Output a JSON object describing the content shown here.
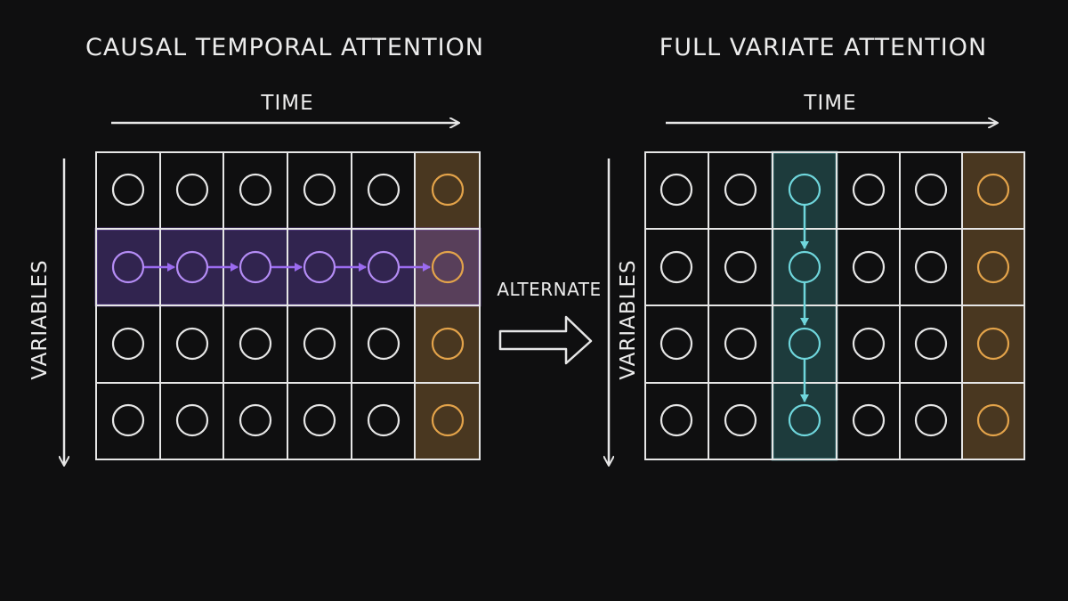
{
  "left_panel": {
    "title": "CAUSAL TEMPORAL ATTENTION",
    "x_axis_label": "TIME",
    "y_axis_label": "VARIABLES",
    "grid": {
      "rows": 4,
      "cols": 6
    },
    "highlight_row": 2,
    "highlight_row_color": "#9b6bf0",
    "highlight_col": 6,
    "highlight_col_color": "#e3a34a"
  },
  "right_panel": {
    "title": "FULL VARIATE ATTENTION",
    "x_axis_label": "TIME",
    "y_axis_label": "VARIABLES",
    "grid": {
      "rows": 4,
      "cols": 6
    },
    "highlight_col_attention": 3,
    "highlight_col_attention_color": "#6fd6dc",
    "highlight_col": 6,
    "highlight_col_color": "#e3a34a"
  },
  "transition": {
    "label": "ALTERNATE"
  },
  "colors": {
    "background": "#0f0f10",
    "chalk": "#e6e6e6",
    "purple": "#9b6bf0",
    "cyan": "#6fd6dc",
    "orange": "#e3a34a"
  }
}
